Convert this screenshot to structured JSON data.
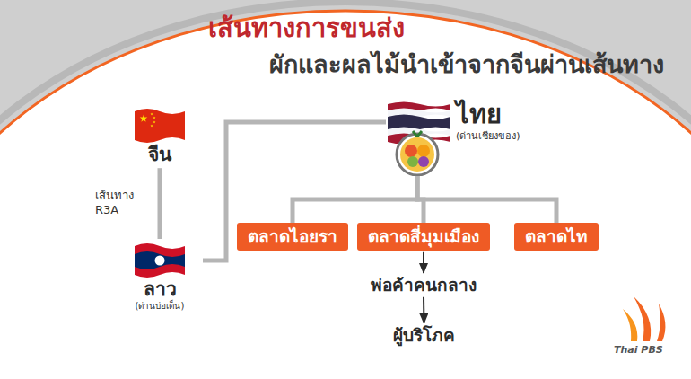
{
  "diagram": {
    "title": "เส้นทางการขนส่ง",
    "nodes": [
      {
        "text": [
          "จีน"
        ]
      },
      {
        "text": [
          "ไทย",
          "(ด่านเชียงของ)"
        ]
      },
      {
        "text": [
          "ลาว",
          "(ด่านบ่อเต็น)"
        ]
      },
      {
        "text": [
          "ตลาดไอยรา"
        ]
      },
      {
        "text": [
          "ตลาดสี่มุมเมือง"
        ]
      },
      {
        "text": [
          "ตลาดไท"
        ]
      },
      {
        "text": [
          "พ่อค้าคนกลาง"
        ]
      },
      {
        "text": [
          "ผู้บริโภค"
        ]
      }
    ],
    "edges": [
      {
        "from": 0,
        "to": 2,
        "label": "เส้นทาง R3A",
        "arrow": "none"
      },
      {
        "from": 2,
        "to": 1,
        "arrow": "none"
      },
      {
        "from": 1,
        "to": 3,
        "arrow": "none"
      },
      {
        "from": 1,
        "to": 4,
        "arrow": "none"
      },
      {
        "from": 1,
        "to": 5,
        "arrow": "none"
      },
      {
        "from": 4,
        "to": 6,
        "arrow": "to"
      },
      {
        "from": 6,
        "to": 7,
        "arrow": "to"
      }
    ],
    "labels": [
      "ผักและผลไม้นำเข้าจากจีนผ่านเส้นทาง",
      "Thai PBS"
    ]
  }
}
